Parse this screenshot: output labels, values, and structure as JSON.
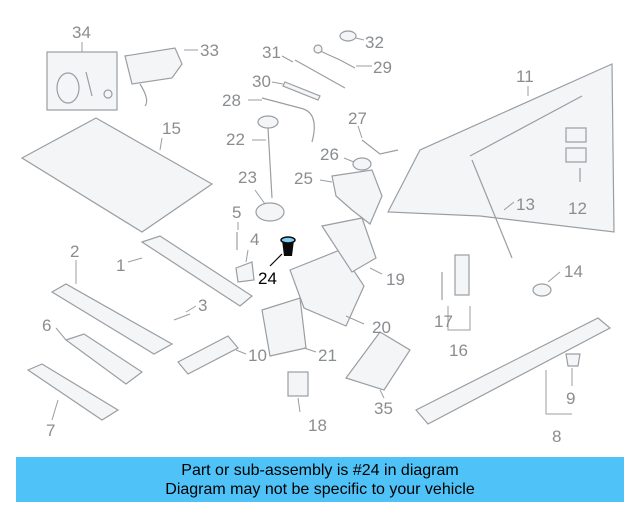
{
  "diagram": {
    "highlight_color": "#0a0a0a",
    "part_color": "#9a9ea2",
    "callouts": [
      "1",
      "2",
      "3",
      "4",
      "5",
      "6",
      "7",
      "8",
      "9",
      "10",
      "11",
      "12",
      "13",
      "14",
      "15",
      "16",
      "17",
      "18",
      "19",
      "20",
      "21",
      "22",
      "23",
      "24",
      "25",
      "26",
      "27",
      "28",
      "29",
      "30",
      "31",
      "32",
      "33",
      "34",
      "35"
    ],
    "highlighted_callout": "24"
  },
  "banner": {
    "color": "#4fc3f7",
    "line1": "Part or sub-assembly is #24 in diagram",
    "line2": "Diagram may not be specific to your vehicle"
  }
}
